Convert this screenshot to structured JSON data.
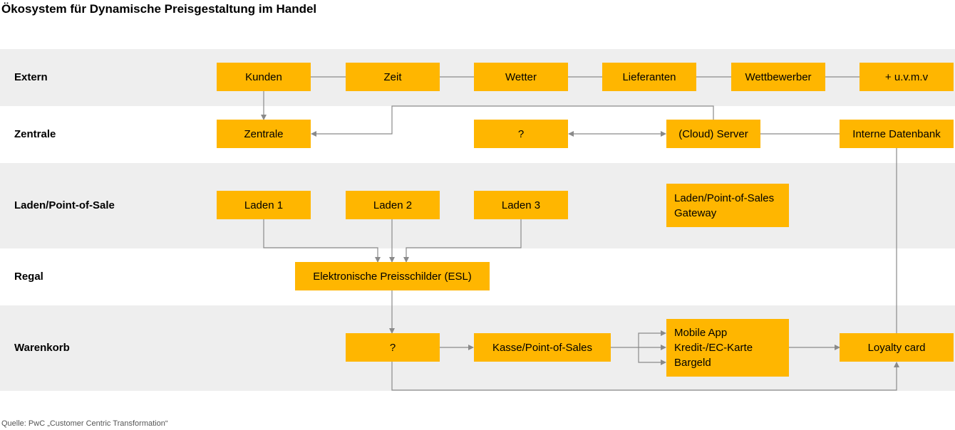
{
  "title": "Ökosystem für Dynamische Preisgestaltung im Handel",
  "rows": {
    "extern": "Extern",
    "zentrale": "Zentrale",
    "laden": "Laden/Point-of-Sale",
    "regal": "Regal",
    "warenkorb": "Warenkorb"
  },
  "boxes": {
    "kunden": "Kunden",
    "zeit": "Zeit",
    "wetter": "Wetter",
    "lieferanten": "Lieferanten",
    "wettbewerber": "Wettbewerber",
    "uvmv": "+ u.v.m.v",
    "zentrale": "Zentrale",
    "question_top": "?",
    "cloud_server": "(Cloud) Server",
    "interne_datenbank": "Interne Datenbank",
    "laden1": "Laden 1",
    "laden2": "Laden 2",
    "laden3": "Laden 3",
    "gateway_line1": "Laden/Point-of-Sales",
    "gateway_line2": "Gateway",
    "esl": "Elektronische Preisschilder (ESL)",
    "question_bottom": "?",
    "kasse": "Kasse/Point-of-Sales",
    "pay_mobile": "Mobile App",
    "pay_card": "Kredit-/EC-Karte",
    "pay_cash": "Bargeld",
    "loyalty": "Loyalty card"
  },
  "source": "Quelle: PwC „Customer Centric Transformation“",
  "colors": {
    "box": "#ffb600",
    "band": "#eeeeee",
    "connector": "#8a8a8a"
  }
}
